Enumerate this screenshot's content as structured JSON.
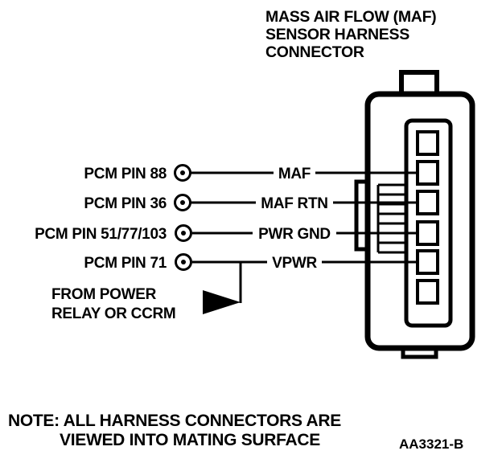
{
  "title": {
    "line1": "MASS AIR FLOW (MAF)",
    "line2": "SENSOR HARNESS",
    "line3": "CONNECTOR"
  },
  "rows": [
    {
      "pcm_label": "PCM PIN 88",
      "signal": "MAF"
    },
    {
      "pcm_label": "PCM PIN 36",
      "signal": "MAF RTN"
    },
    {
      "pcm_label": "PCM PIN 51/77/103",
      "signal": "PWR GND"
    },
    {
      "pcm_label": "PCM PIN 71",
      "signal": "VPWR"
    }
  ],
  "power_source": {
    "line1": "FROM POWER",
    "line2": "RELAY OR CCRM"
  },
  "footer_note": {
    "line1": "NOTE: ALL HARNESS CONNECTORS ARE",
    "line2": "VIEWED INTO MATING SURFACE"
  },
  "figure_code": "AA3321-B",
  "colors": {
    "ink": "#000000",
    "paper": "#ffffff"
  }
}
